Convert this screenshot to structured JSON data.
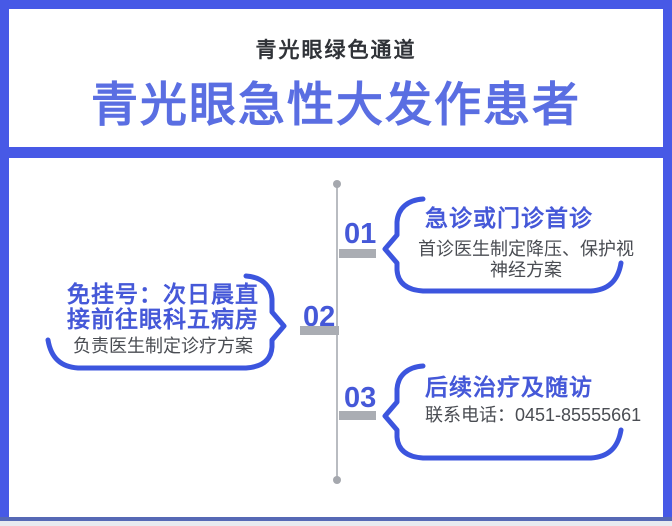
{
  "colors": {
    "frame_blue": "#4759e6",
    "title_blue": "#5a6ee2",
    "bubble_stroke": "#3c55de",
    "step_blue": "#4558d8",
    "bar_gray": "#aaadb3",
    "timeline_gray": "#b9bcc1",
    "body_gray": "#4a4d53"
  },
  "header": {
    "kicker": "青光眼绿色通道",
    "title": "青光眼急性大发作患者"
  },
  "steps": [
    {
      "num": "01",
      "side": "right",
      "title": "急诊或门诊首诊",
      "body": "首诊医生制定降压、保护视神经方案",
      "body_lines": [
        "首诊医生制定降压、保护视",
        "神经方案"
      ]
    },
    {
      "num": "02",
      "side": "left",
      "title": "免挂号：次日晨直接前往眼科五病房",
      "title_lines": [
        "免挂号：次日晨直",
        "接前往眼科五病房"
      ],
      "body": "负责医生制定诊疗方案"
    },
    {
      "num": "03",
      "side": "right",
      "title": "后续治疗及随访",
      "body": "联系电话：0451-85555661"
    }
  ]
}
